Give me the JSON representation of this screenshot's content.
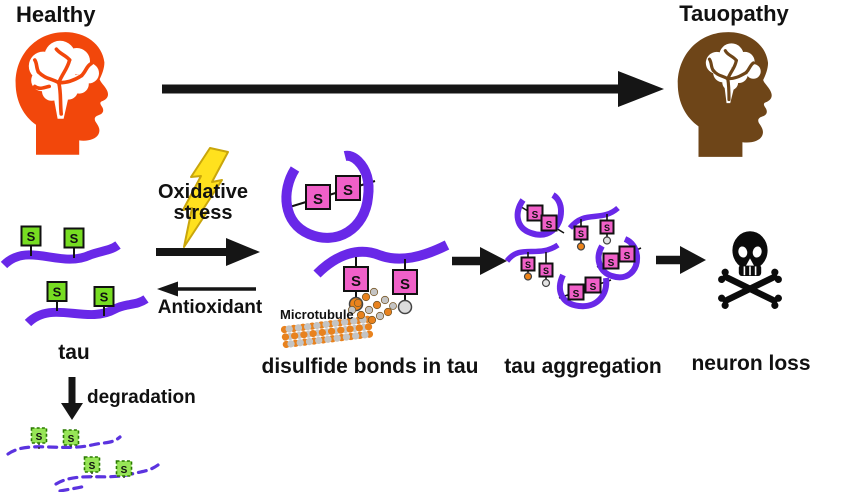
{
  "titles": {
    "healthy": "Healthy",
    "tauopathy": "Tauopathy"
  },
  "reaction": {
    "stress_line1": "Oxidative",
    "stress_line2": "stress",
    "antioxidant": "Antioxidant"
  },
  "labels": {
    "tau": "tau",
    "degradation": "degradation",
    "microtubule": "Microtubule",
    "disulfide_bonds": "disulfide bonds in tau",
    "tau_aggregation": "tau aggregation",
    "neuron_loss": "neuron loss"
  },
  "s": "S",
  "colors": {
    "healthy_head": "#F2470B",
    "tauopathy_head": "#6E4518",
    "tau_purple": "#6928E8",
    "degraded_tau_purple": "#5B33DF",
    "cysteine_green": "#77DD22",
    "degraded_green": "#97E557",
    "cysteine_pink": "#F060C8",
    "lightning_yellow": "#FFE11E",
    "microtubule_orange": "#E8821E",
    "microtubule_gray": "#C4C4C4",
    "arrow_black": "#151515"
  }
}
